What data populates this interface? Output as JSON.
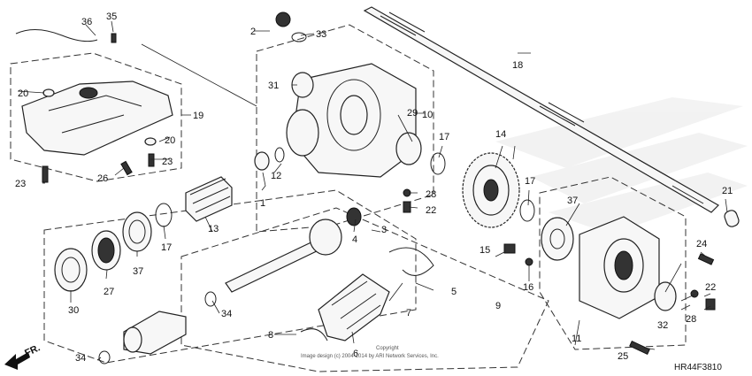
{
  "diagram": {
    "code": "HR44F3810",
    "direction": "FR.",
    "copyright_line1": "Copyright",
    "copyright_line2": "Image design (c) 2004-2014 by ARI Network Services, Inc.",
    "callouts": {
      "c1": "1",
      "c2": "2",
      "c3": "3",
      "c4": "4",
      "c5": "5",
      "c6": "6",
      "c7": "7",
      "c8": "8",
      "c9": "9",
      "c10": "10",
      "c11": "11",
      "c12": "12",
      "c13": "13",
      "c14": "14",
      "c15": "15",
      "c16": "16",
      "c17a": "17",
      "c17b": "17",
      "c17c": "17",
      "c18": "18",
      "c19": "19",
      "c20a": "20",
      "c20b": "20",
      "c21": "21",
      "c22a": "22",
      "c22b": "22",
      "c23a": "23",
      "c23b": "23",
      "c24": "24",
      "c25": "25",
      "c26": "26",
      "c27": "27",
      "c28a": "28",
      "c28b": "28",
      "c29": "29",
      "c30": "30",
      "c31": "31",
      "c32": "32",
      "c33": "33",
      "c34a": "34",
      "c34b": "34",
      "c35": "35",
      "c36": "36",
      "c37a": "37",
      "c37b": "37"
    }
  }
}
